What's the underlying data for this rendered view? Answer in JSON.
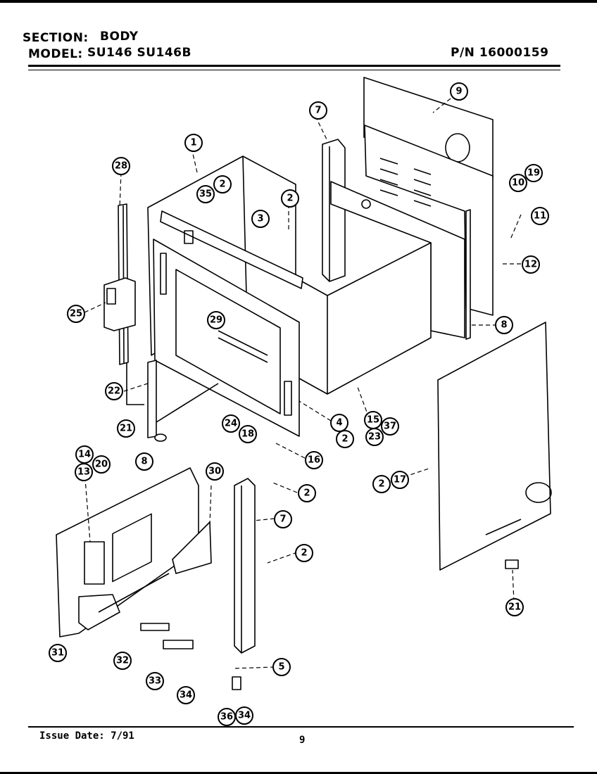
{
  "header": {
    "section_label": "SECTION:",
    "section_value": "BODY",
    "model_label": "MODEL:",
    "model_value": "SU146  SU146B",
    "part_number": "P/N 16000159"
  },
  "callouts": [
    "9",
    "7",
    "1",
    "28",
    "10",
    "19",
    "2",
    "35",
    "2",
    "3",
    "11",
    "12",
    "25",
    "29",
    "8",
    "22",
    "4",
    "2",
    "15",
    "37",
    "23",
    "21",
    "24",
    "18",
    "16",
    "2",
    "2",
    "17",
    "14",
    "20",
    "13",
    "8",
    "30",
    "7",
    "2",
    "31",
    "32",
    "33",
    "34",
    "5",
    "36",
    "34",
    "21"
  ],
  "footer": {
    "issue_date": "Issue Date: 7/91",
    "page_number": "9"
  }
}
